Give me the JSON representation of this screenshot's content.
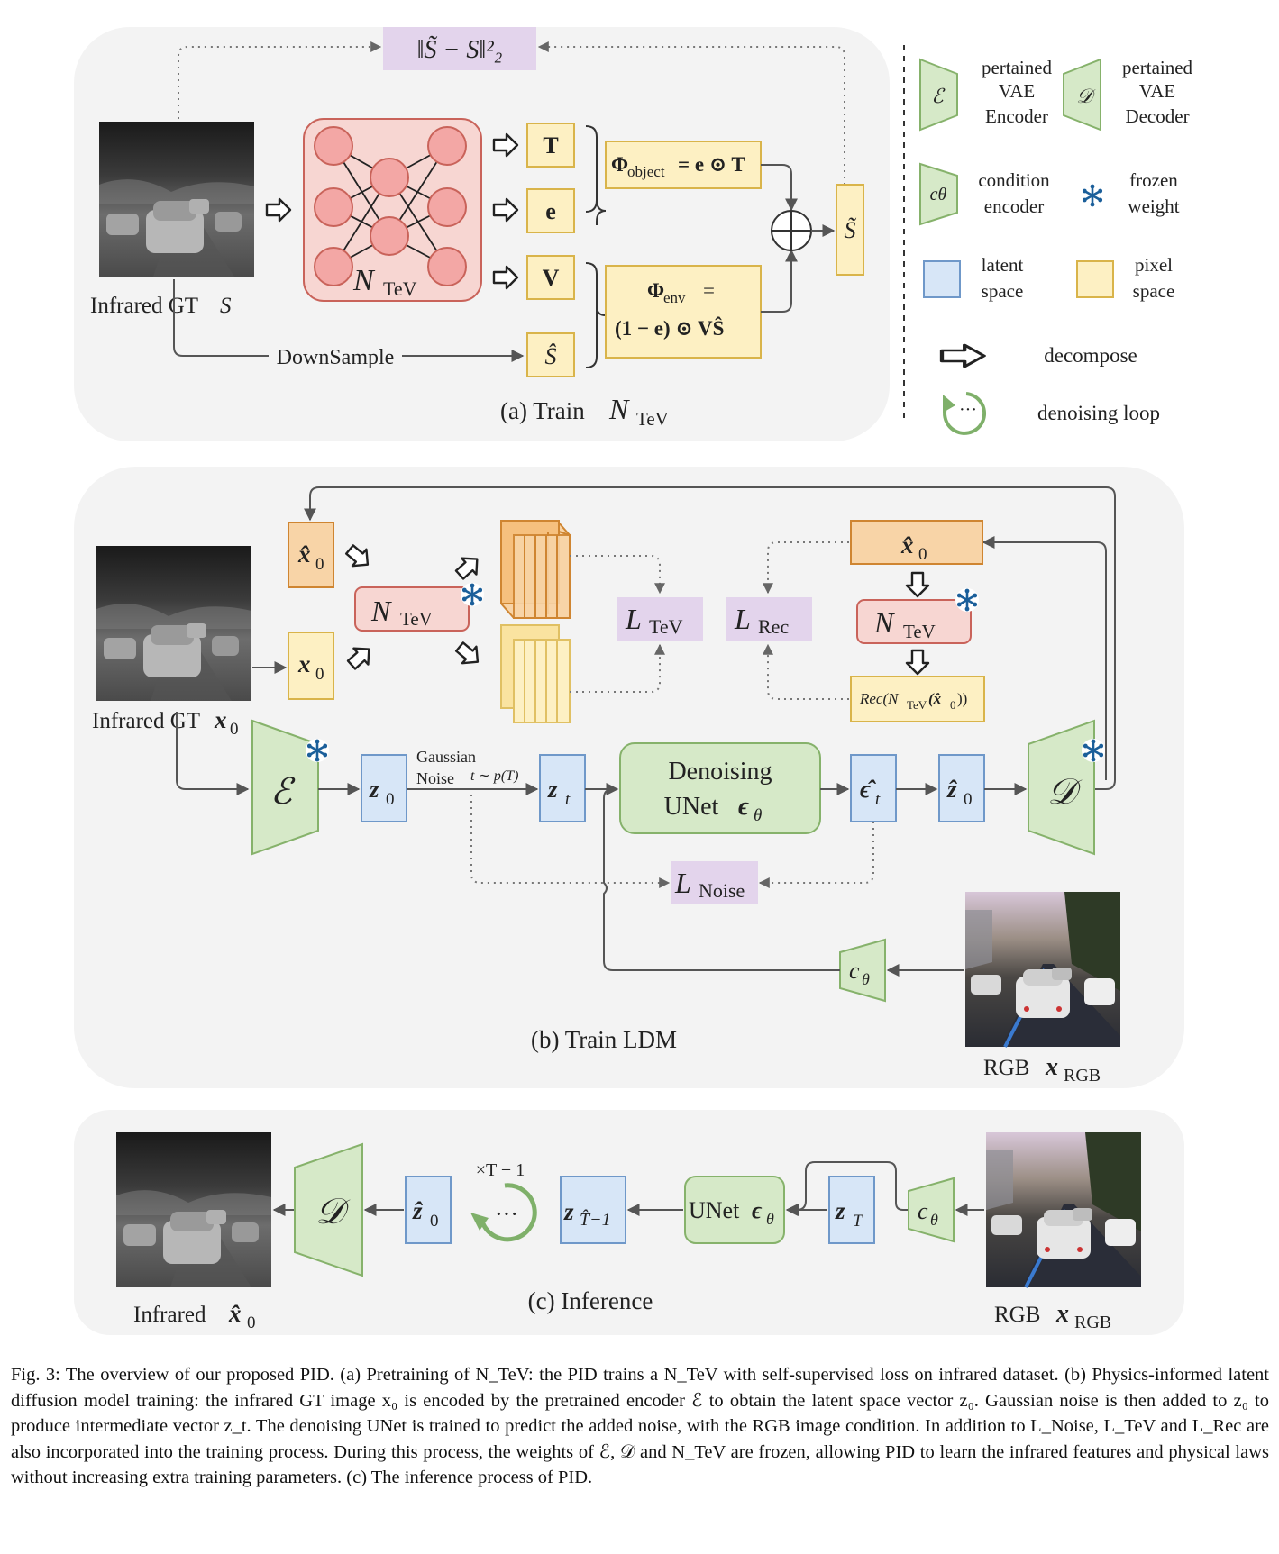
{
  "panel_a": {
    "loss_formula": "‖S̃ − S‖²₂",
    "infrared_gt_label": "Infrared GT",
    "infrared_gt_symbol": "S",
    "network_symbol": "N",
    "network_subscript": "TeV",
    "outputs": [
      "T",
      "e",
      "V",
      "Ŝ"
    ],
    "phi_object": "Φ",
    "phi_object_sub": "object",
    "phi_object_rhs": "= e ⊙ T",
    "phi_env": "Φ",
    "phi_env_sub": "env",
    "phi_env_eq": "=",
    "phi_env_rhs": "(1 − e) ⊙ VŜ",
    "s_tilde": "S̃",
    "downsample_label": "DownSample",
    "panel_caption": "(a) Train",
    "panel_caption_symbol": "N",
    "panel_caption_sub": "TeV"
  },
  "legend": {
    "encoder_symbol": "ℰ",
    "encoder_label": [
      "pertained",
      "VAE",
      "Encoder"
    ],
    "decoder_symbol": "𝒟",
    "decoder_label": [
      "pertained",
      "VAE",
      "Decoder"
    ],
    "condition_symbol": "cθ",
    "condition_label": [
      "condition",
      "encoder"
    ],
    "frozen_label": [
      "frozen",
      "weight"
    ],
    "latent_label": [
      "latent",
      "space"
    ],
    "pixel_label": [
      "pixel",
      "space"
    ],
    "decompose_label": "decompose",
    "loop_label": "denoising loop",
    "loop_glyph": "···"
  },
  "panel_b": {
    "infrared_gt_label": "Infrared GT",
    "x0": "x",
    "x0_sub": "0",
    "x0_hat": "x̂",
    "network": "N",
    "network_sub": "TeV",
    "loss_tev": "L",
    "loss_tev_sub": "TeV",
    "loss_rec": "L",
    "loss_rec_sub": "Rec",
    "loss_noise": "L",
    "loss_noise_sub": "Noise",
    "rec_box": "Rec(N",
    "rec_box_sub": "TeV",
    "rec_box_tail": "(x̂",
    "rec_box_tail_sub": "0",
    "rec_box_close": "))",
    "encoder": "ℰ",
    "decoder": "𝒟",
    "z0": "z",
    "z0_sub": "0",
    "zt": "z",
    "zt_sub": "t",
    "gaussian_label": [
      "Gaussian",
      "Noise"
    ],
    "noise_formula": "t ∼ p(T)",
    "unet_label_1": "Denoising",
    "unet_label_2": "UNet",
    "unet_eps": "ϵ",
    "unet_eps_sub": "θ",
    "eps_hat": "ϵ̂",
    "eps_hat_sub": "t",
    "z0_hat": "ẑ",
    "z0_hat_sub": "0",
    "cond": "c",
    "cond_sub": "θ",
    "rgb_label": "RGB",
    "rgb_symbol": "x",
    "rgb_sub": "RGB",
    "panel_caption": "(b) Train LDM"
  },
  "panel_c": {
    "infrared_label": "Infrared",
    "infrared_symbol": "x̂",
    "infrared_sub": "0",
    "decoder": "𝒟",
    "z0_hat": "ẑ",
    "z0_hat_sub": "0",
    "loop_count": "×T − 1",
    "loop_glyph": "···",
    "zT1": "z",
    "zT1_sub": "T̂−1",
    "unet_label": "UNet",
    "unet_eps": "ϵ",
    "unet_eps_sub": "θ",
    "zT": "z",
    "zT_sub": "T",
    "cond": "c",
    "cond_sub": "θ",
    "rgb_label": "RGB",
    "rgb_symbol": "x",
    "rgb_sub": "RGB",
    "panel_caption": "(c) Inference"
  },
  "caption": "Fig. 3: The overview of our proposed PID. (a) Pretraining of N_TeV: the PID trains a N_TeV with self-supervised loss on infrared dataset. (b) Physics-informed latent diffusion model training: the infrared GT image x₀ is encoded by the pretrained encoder ℰ to obtain the latent space vector z₀. Gaussian noise is then added to z₀ to produce intermediate vector z_t. The denoising UNet is trained to predict the added noise, with the RGB image condition. In addition to L_Noise, L_TeV and L_Rec are also incorporated into the training process. During this process, the weights of ℰ, 𝒟 and N_TeV are frozen, allowing PID to learn the infrared features and physical laws without increasing extra training parameters. (c) The inference process of PID.",
  "colors": {
    "panel_bg": "#f3f3f3",
    "loss_fill": "#e3d4ec",
    "pixel_fill": "#fdf0c3",
    "pixel_stroke": "#d9b44a",
    "latent_fill": "#d7e6f7",
    "latent_stroke": "#6f98c9",
    "green_fill": "#d6e9c8",
    "green_stroke": "#86b26b",
    "red_fill": "#f7d6d2",
    "red_stroke": "#c9635a",
    "orange_fill": "#f8d4a7",
    "orange_stroke": "#cf8531"
  }
}
